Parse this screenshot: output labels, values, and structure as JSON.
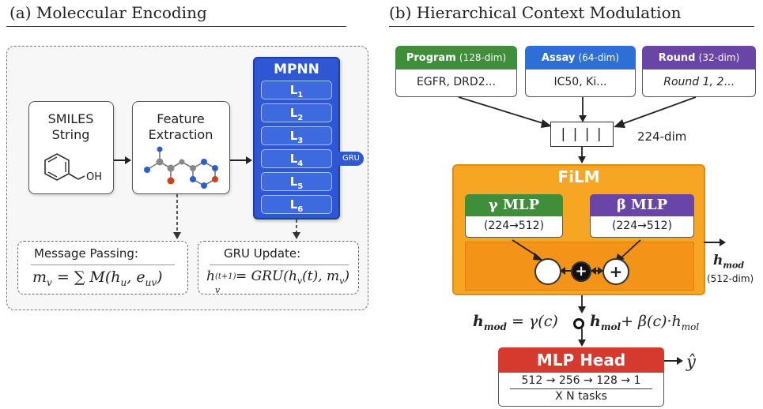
{
  "panel_a": {
    "title": "(a) Moleccular Encoding",
    "smiles": {
      "line1": "SMILES",
      "line2": "String",
      "oh_label": "OH"
    },
    "feature": {
      "line1": "Feature",
      "line2": "Extraction"
    },
    "mpnn": {
      "title": "MPNN",
      "layers": [
        "L",
        "L",
        "L",
        "L",
        "L",
        "L"
      ],
      "layer_subs": [
        "1",
        "2",
        "3",
        "4",
        "5",
        "6"
      ],
      "gru_tag": "GRU"
    },
    "message_passing": {
      "title": "Message Passing:",
      "eq_lhs": "m",
      "eq_lhs_sub": "v",
      "eq_rhs": "= ∑ M(h",
      "eq_rhs_sub1": "u",
      "eq_mid": ", e",
      "eq_rhs_sub2": "uv",
      "eq_end": ")"
    },
    "gru_update": {
      "title": "GRU Update:",
      "h": "h",
      "h_sub": "v",
      "h_sup": "(t+1)",
      "rhs": "= GRU(h",
      "rhs_sub": "v",
      "rhs_mid": "(t), m",
      "rhs_sub2": "v",
      "rhs_end": ")"
    }
  },
  "panel_b": {
    "title": "(b) Hierarchical Context Modulation",
    "program": {
      "name": "Program",
      "dim": "(128-dim)",
      "value": "EGFR, DRD2...",
      "color": "#3f8f3a"
    },
    "assay": {
      "name": "Assay",
      "dim": "(64-dim)",
      "value": "IC50, Ki...",
      "color": "#2e6fd6"
    },
    "round": {
      "name": "Round",
      "dim": "(32-dim)",
      "value": "Round 1, 2...",
      "value_italic": "Round 1, 2",
      "value_rest": "...",
      "color": "#6a45a8"
    },
    "concat_label": "224-dim",
    "concat_symbol": "| | | |",
    "film": {
      "title": "FiLM"
    },
    "gamma": {
      "name": "γ MLP",
      "dims": "(224→512)",
      "color": "#3f8f3a"
    },
    "beta": {
      "name": "β MLP",
      "dims": "(224→512)",
      "color": "#6a45a8"
    },
    "op_plus": "+",
    "h_mod": {
      "label": "h",
      "sub": "mod",
      "dim": "(512-dim)"
    },
    "equation": {
      "lhs": "h",
      "lhs_sub": "mod",
      "eq1": "= γ(c)",
      "t1": "h",
      "t1_sub": "mol",
      "t2": "+ β(c)·h",
      "t2_sub": "mol"
    },
    "mlp_head": {
      "title": "MLP Head",
      "layers": "512 → 256 → 128 → 1",
      "tasks": "X N tasks",
      "color": "#d63a2f"
    },
    "output": "ŷ"
  }
}
